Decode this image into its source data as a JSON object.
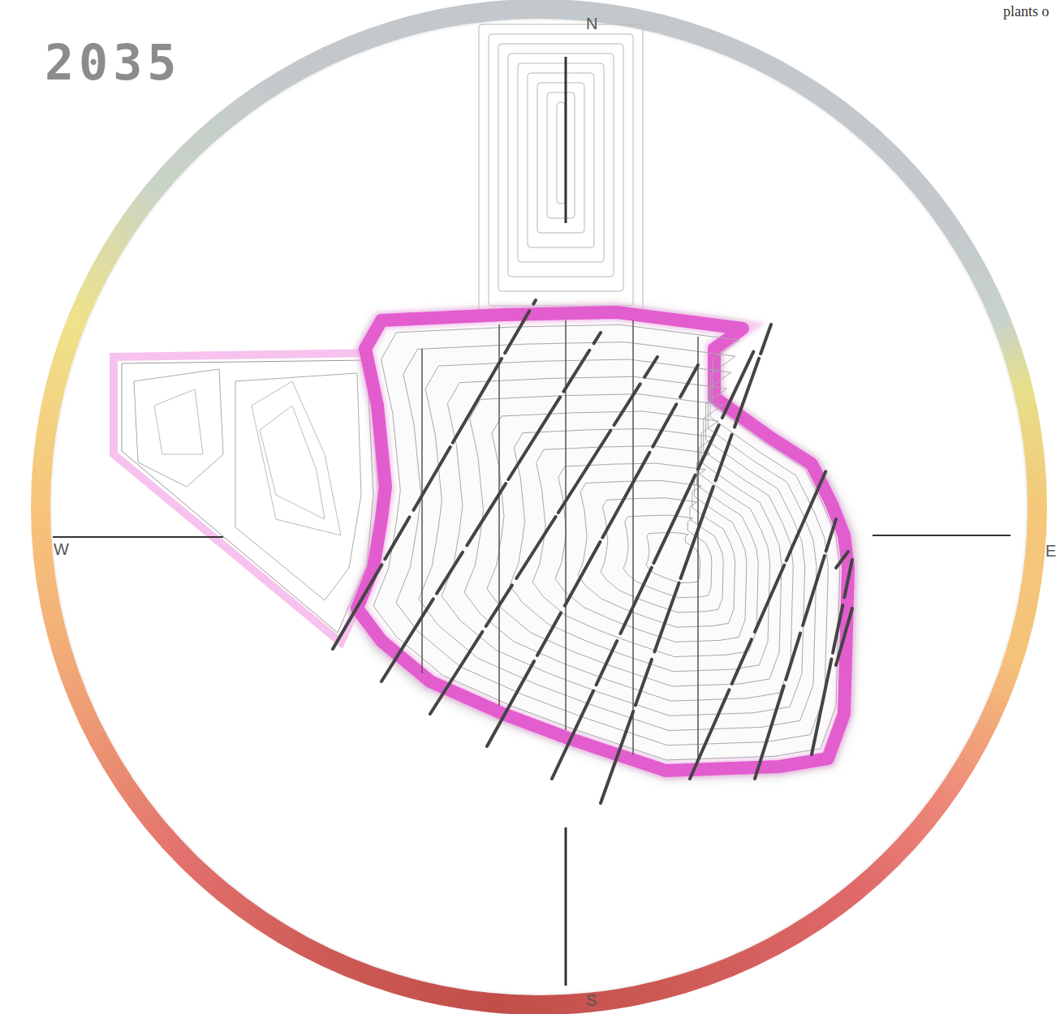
{
  "diagram": {
    "title": "2035",
    "labels": [
      "N",
      "W",
      "E",
      "S",
      "plants o"
    ]
  }
}
